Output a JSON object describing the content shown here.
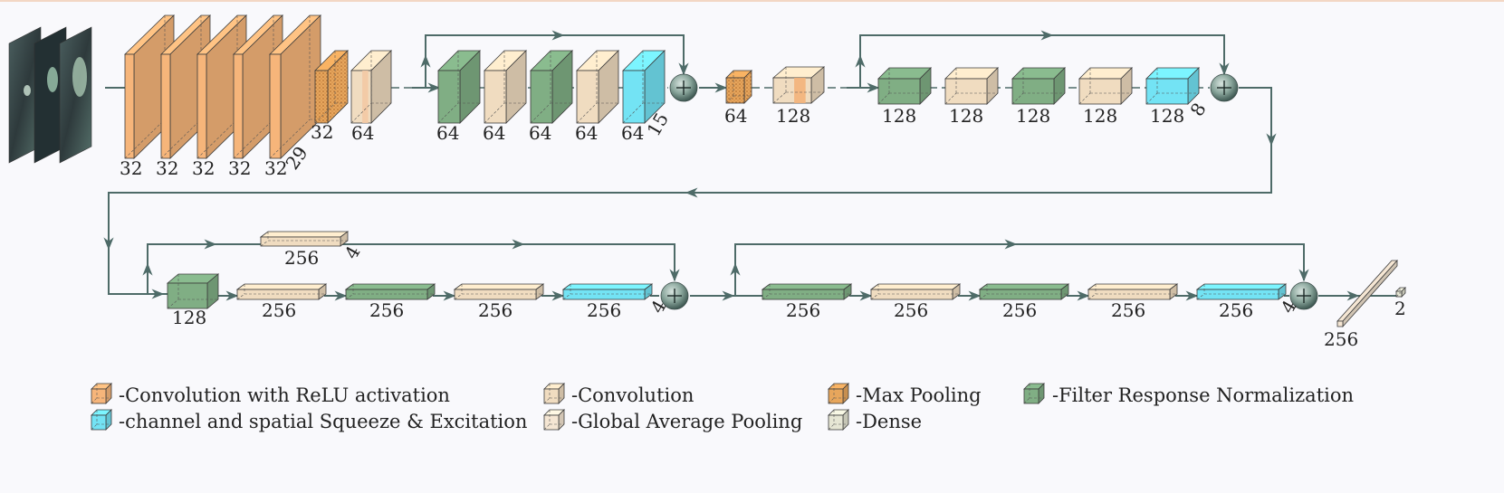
{
  "colors": {
    "conv_relu": "#f6b57a",
    "conv": "#f0dcc0",
    "maxpool": "#e7a65c",
    "frn": "#80ae84",
    "se": "#73e3f4",
    "gap": "#f5e6d3",
    "dense": "#e6e6d4",
    "connector": "#4e6b68"
  },
  "row1": {
    "conv_relu_labels": [
      "32",
      "32",
      "32",
      "32",
      "32"
    ],
    "conv_relu_side": "29",
    "maxpool1_label": "32",
    "conv1_label": "64",
    "res1_labels": [
      "64",
      "64",
      "64",
      "64",
      "64"
    ],
    "res1_side": "15",
    "maxpool2_label": "64",
    "conv2_label": "128",
    "res2_labels": [
      "128",
      "128",
      "128",
      "128",
      "128"
    ],
    "res2_side": "8"
  },
  "row2": {
    "skip_label": "256",
    "skip_side": "4",
    "block3_labels": [
      "128",
      "256",
      "256",
      "256",
      "256"
    ],
    "block3_side": "4",
    "block4_labels": [
      "256",
      "256",
      "256",
      "256",
      "256"
    ],
    "block4_side": "4",
    "gap_label": "256",
    "dense_label": "2"
  },
  "legend": [
    {
      "icon": "conv-relu-cube-icon",
      "label": "-Convolution with ReLU activation"
    },
    {
      "icon": "conv-cube-icon",
      "label": "-Convolution"
    },
    {
      "icon": "maxpool-cube-icon",
      "label": "-Max Pooling"
    },
    {
      "icon": "frn-cube-icon",
      "label": "-Filter Response Normalization"
    },
    {
      "icon": "se-cube-icon",
      "label": "-channel and spatial Squeeze & Excitation"
    },
    {
      "icon": "gap-cube-icon",
      "label": "-Global Average Pooling"
    },
    {
      "icon": "dense-cube-icon",
      "label": "-Dense"
    }
  ]
}
